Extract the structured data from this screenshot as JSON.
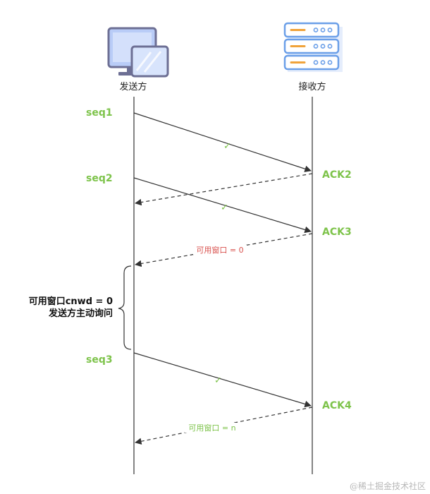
{
  "actors": {
    "sender": {
      "label": "发送方",
      "icon": "computer-icon"
    },
    "receiver": {
      "label": "接收方",
      "icon": "server-icon"
    }
  },
  "messages": {
    "seq1": "seq1",
    "seq2": "seq2",
    "seq3": "seq3",
    "ack2": "ACK2",
    "ack3": "ACK3",
    "ack4": "ACK4",
    "window_zero": "可用窗口 = 0",
    "window_n": "可用窗口 = n",
    "check": "✓"
  },
  "note": {
    "line1": "可用窗口cnwd = 0",
    "line2": "发送方主动询问"
  },
  "watermark": "@稀土掘金技术社区",
  "colors": {
    "accent_green": "#7dc34a",
    "alert_red": "#d9534f",
    "line": "#333333",
    "icon_blue": "#6b9fe8",
    "icon_purple": "#6d6f94"
  }
}
